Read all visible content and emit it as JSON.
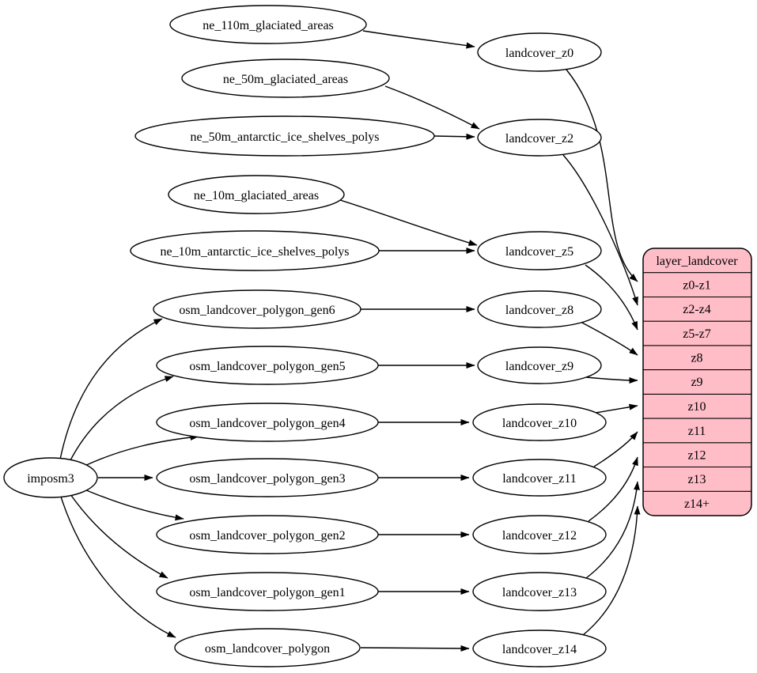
{
  "diagram": {
    "kind": "etl-dependency-graph",
    "colors": {
      "background": "#ffffff",
      "node_fill": "#ffffff",
      "node_stroke": "#000000",
      "edge": "#000000",
      "table_fill": "#ffbdc8",
      "table_stroke": "#000000",
      "text": "#000000"
    },
    "nodes": {
      "imposm3": "imposm3",
      "ne_110m_glaciated_areas": "ne_110m_glaciated_areas",
      "ne_50m_glaciated_areas": "ne_50m_glaciated_areas",
      "ne_50m_antarctic_ice_shelves_polys": "ne_50m_antarctic_ice_shelves_polys",
      "ne_10m_glaciated_areas": "ne_10m_glaciated_areas",
      "ne_10m_antarctic_ice_shelves_polys": "ne_10m_antarctic_ice_shelves_polys",
      "osm_landcover_polygon_gen6": "osm_landcover_polygon_gen6",
      "osm_landcover_polygon_gen5": "osm_landcover_polygon_gen5",
      "osm_landcover_polygon_gen4": "osm_landcover_polygon_gen4",
      "osm_landcover_polygon_gen3": "osm_landcover_polygon_gen3",
      "osm_landcover_polygon_gen2": "osm_landcover_polygon_gen2",
      "osm_landcover_polygon_gen1": "osm_landcover_polygon_gen1",
      "osm_landcover_polygon": "osm_landcover_polygon",
      "landcover_z0": "landcover_z0",
      "landcover_z2": "landcover_z2",
      "landcover_z5": "landcover_z5",
      "landcover_z8": "landcover_z8",
      "landcover_z9": "landcover_z9",
      "landcover_z10": "landcover_z10",
      "landcover_z11": "landcover_z11",
      "landcover_z12": "landcover_z12",
      "landcover_z13": "landcover_z13",
      "landcover_z14": "landcover_z14"
    },
    "table": {
      "title": "layer_landcover",
      "rows": [
        "z0-z1",
        "z2-z4",
        "z5-z7",
        "z8",
        "z9",
        "z10",
        "z11",
        "z12",
        "z13",
        "z14+"
      ]
    },
    "edges": [
      {
        "from": "ne_110m_glaciated_areas",
        "to": "landcover_z0"
      },
      {
        "from": "ne_50m_glaciated_areas",
        "to": "landcover_z2"
      },
      {
        "from": "ne_50m_antarctic_ice_shelves_polys",
        "to": "landcover_z2"
      },
      {
        "from": "ne_10m_glaciated_areas",
        "to": "landcover_z5"
      },
      {
        "from": "ne_10m_antarctic_ice_shelves_polys",
        "to": "landcover_z5"
      },
      {
        "from": "imposm3",
        "to": "osm_landcover_polygon_gen6"
      },
      {
        "from": "imposm3",
        "to": "osm_landcover_polygon_gen5"
      },
      {
        "from": "imposm3",
        "to": "osm_landcover_polygon_gen4"
      },
      {
        "from": "imposm3",
        "to": "osm_landcover_polygon_gen3"
      },
      {
        "from": "imposm3",
        "to": "osm_landcover_polygon_gen2"
      },
      {
        "from": "imposm3",
        "to": "osm_landcover_polygon_gen1"
      },
      {
        "from": "imposm3",
        "to": "osm_landcover_polygon"
      },
      {
        "from": "osm_landcover_polygon_gen6",
        "to": "landcover_z8"
      },
      {
        "from": "osm_landcover_polygon_gen5",
        "to": "landcover_z9"
      },
      {
        "from": "osm_landcover_polygon_gen4",
        "to": "landcover_z10"
      },
      {
        "from": "osm_landcover_polygon_gen3",
        "to": "landcover_z11"
      },
      {
        "from": "osm_landcover_polygon_gen2",
        "to": "landcover_z12"
      },
      {
        "from": "osm_landcover_polygon_gen1",
        "to": "landcover_z13"
      },
      {
        "from": "osm_landcover_polygon",
        "to": "landcover_z14"
      },
      {
        "from": "landcover_z0",
        "to": "layer_landcover.z0-z1"
      },
      {
        "from": "landcover_z2",
        "to": "layer_landcover.z2-z4"
      },
      {
        "from": "landcover_z5",
        "to": "layer_landcover.z5-z7"
      },
      {
        "from": "landcover_z8",
        "to": "layer_landcover.z8"
      },
      {
        "from": "landcover_z9",
        "to": "layer_landcover.z9"
      },
      {
        "from": "landcover_z10",
        "to": "layer_landcover.z10"
      },
      {
        "from": "landcover_z11",
        "to": "layer_landcover.z11"
      },
      {
        "from": "landcover_z12",
        "to": "layer_landcover.z12"
      },
      {
        "from": "landcover_z13",
        "to": "layer_landcover.z13"
      },
      {
        "from": "landcover_z14",
        "to": "layer_landcover.z14+"
      }
    ]
  }
}
